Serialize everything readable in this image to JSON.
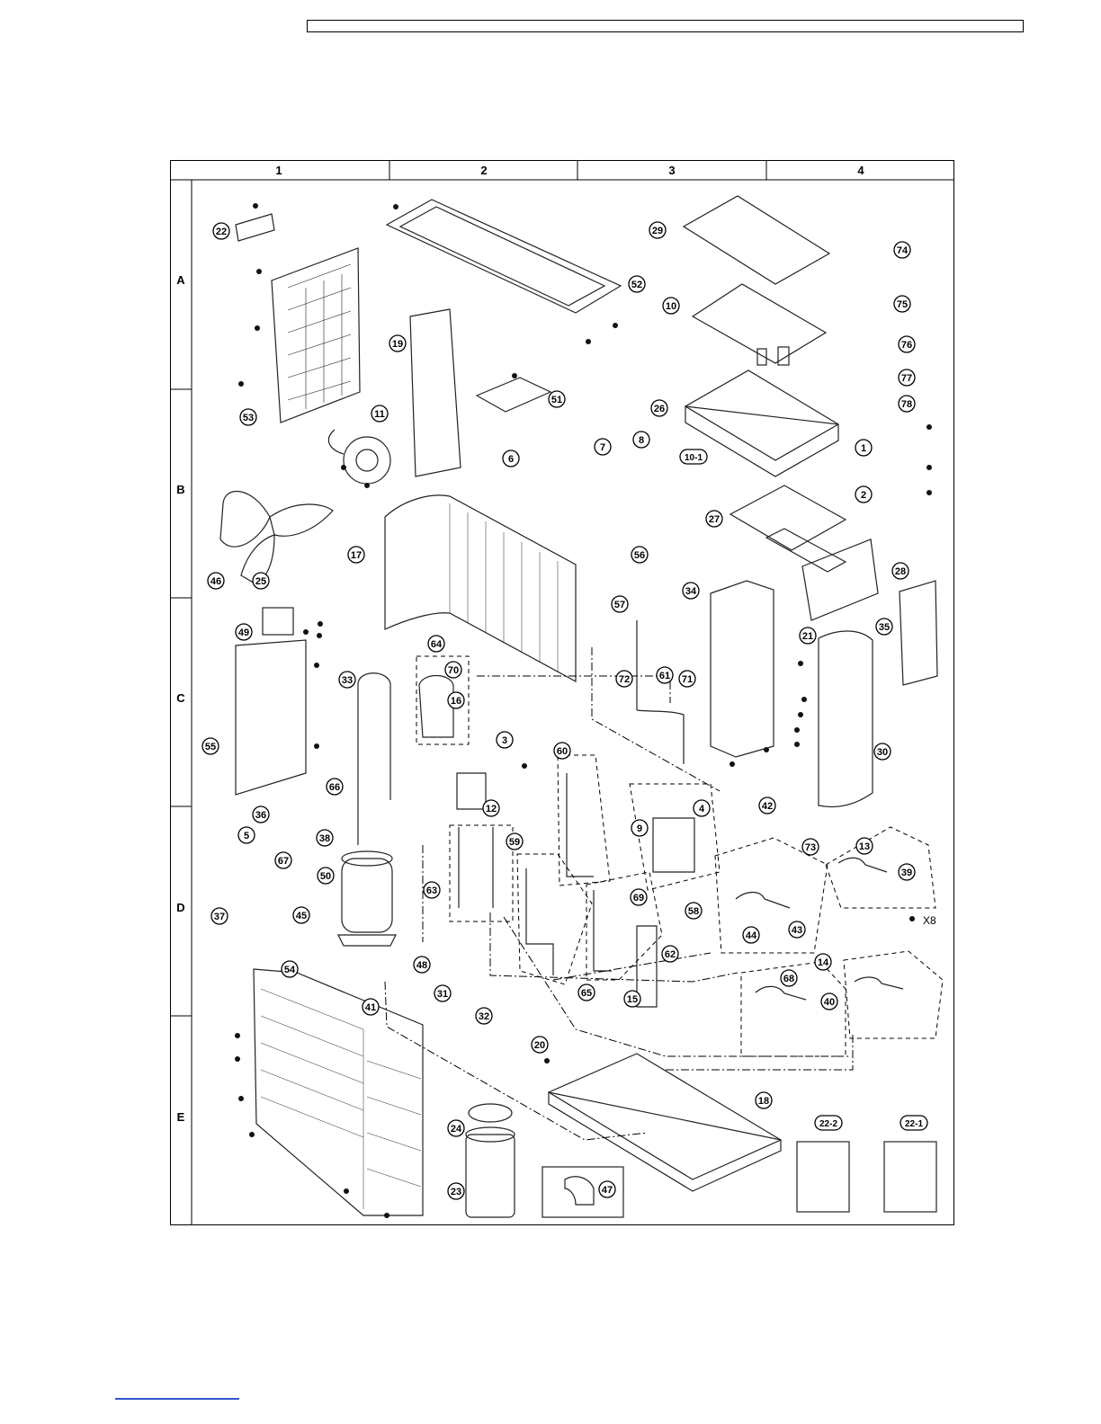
{
  "header": {
    "title": ""
  },
  "grid": {
    "columns": [
      "1",
      "2",
      "3",
      "4"
    ],
    "rows": [
      "A",
      "B",
      "C",
      "D",
      "E"
    ]
  },
  "note": {
    "multiplier": "X8"
  },
  "parts": [
    {
      "num": "22"
    },
    {
      "num": "52"
    },
    {
      "num": "29"
    },
    {
      "num": "74"
    },
    {
      "num": "10"
    },
    {
      "num": "75"
    },
    {
      "num": "19"
    },
    {
      "num": "76"
    },
    {
      "num": "77"
    },
    {
      "num": "78"
    },
    {
      "num": "51"
    },
    {
      "num": "53"
    },
    {
      "num": "11"
    },
    {
      "num": "7"
    },
    {
      "num": "8"
    },
    {
      "num": "26"
    },
    {
      "num": "6"
    },
    {
      "num": "10-1"
    },
    {
      "num": "1"
    },
    {
      "num": "2"
    },
    {
      "num": "27"
    },
    {
      "num": "17"
    },
    {
      "num": "56"
    },
    {
      "num": "34"
    },
    {
      "num": "28"
    },
    {
      "num": "46"
    },
    {
      "num": "25"
    },
    {
      "num": "57"
    },
    {
      "num": "49"
    },
    {
      "num": "35"
    },
    {
      "num": "61"
    },
    {
      "num": "64"
    },
    {
      "num": "21"
    },
    {
      "num": "70"
    },
    {
      "num": "72"
    },
    {
      "num": "71"
    },
    {
      "num": "33"
    },
    {
      "num": "16"
    },
    {
      "num": "55"
    },
    {
      "num": "30"
    },
    {
      "num": "3"
    },
    {
      "num": "60"
    },
    {
      "num": "66"
    },
    {
      "num": "36"
    },
    {
      "num": "4"
    },
    {
      "num": "42"
    },
    {
      "num": "12"
    },
    {
      "num": "38"
    },
    {
      "num": "5"
    },
    {
      "num": "73"
    },
    {
      "num": "13"
    },
    {
      "num": "67"
    },
    {
      "num": "9"
    },
    {
      "num": "59"
    },
    {
      "num": "39"
    },
    {
      "num": "63"
    },
    {
      "num": "50"
    },
    {
      "num": "69"
    },
    {
      "num": "58"
    },
    {
      "num": "43"
    },
    {
      "num": "44"
    },
    {
      "num": "37"
    },
    {
      "num": "45"
    },
    {
      "num": "62"
    },
    {
      "num": "54"
    },
    {
      "num": "48"
    },
    {
      "num": "14"
    },
    {
      "num": "68"
    },
    {
      "num": "40"
    },
    {
      "num": "31"
    },
    {
      "num": "65"
    },
    {
      "num": "15"
    },
    {
      "num": "41"
    },
    {
      "num": "32"
    },
    {
      "num": "20"
    },
    {
      "num": "18"
    },
    {
      "num": "24"
    },
    {
      "num": "22-2"
    },
    {
      "num": "22-1"
    },
    {
      "num": "23"
    },
    {
      "num": "47"
    }
  ]
}
